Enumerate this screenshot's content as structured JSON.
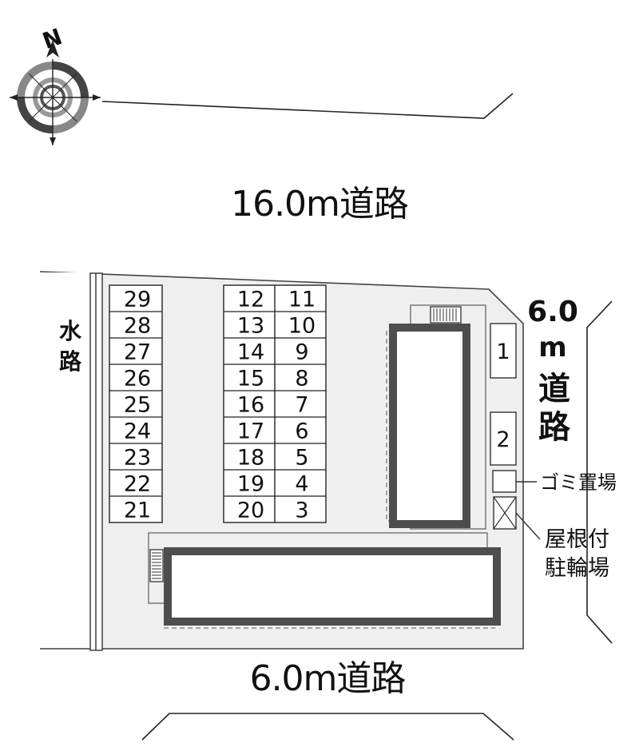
{
  "compass": {
    "north": "N"
  },
  "roads": {
    "north": "16.0m道路",
    "south": "6.0m道路",
    "east": [
      "6.0",
      "m",
      "道",
      "路"
    ]
  },
  "waterway": [
    "水",
    "路"
  ],
  "parking": {
    "left_column": [
      "29",
      "28",
      "27",
      "26",
      "25",
      "24",
      "23",
      "22",
      "21"
    ],
    "middle_left": [
      "12",
      "13",
      "14",
      "15",
      "16",
      "17",
      "18",
      "19",
      "20"
    ],
    "middle_right": [
      "11",
      "10",
      "9",
      "8",
      "7",
      "6",
      "5",
      "4",
      "3"
    ],
    "east": [
      "1",
      "2"
    ]
  },
  "facilities": {
    "garbage": "ゴミ置場",
    "bicycle_line1": "屋根付",
    "bicycle_line2": "駐輪場"
  },
  "colors": {
    "site_fill": "#efefef",
    "building_wall": "#4d4d4d",
    "line": "#222222"
  }
}
